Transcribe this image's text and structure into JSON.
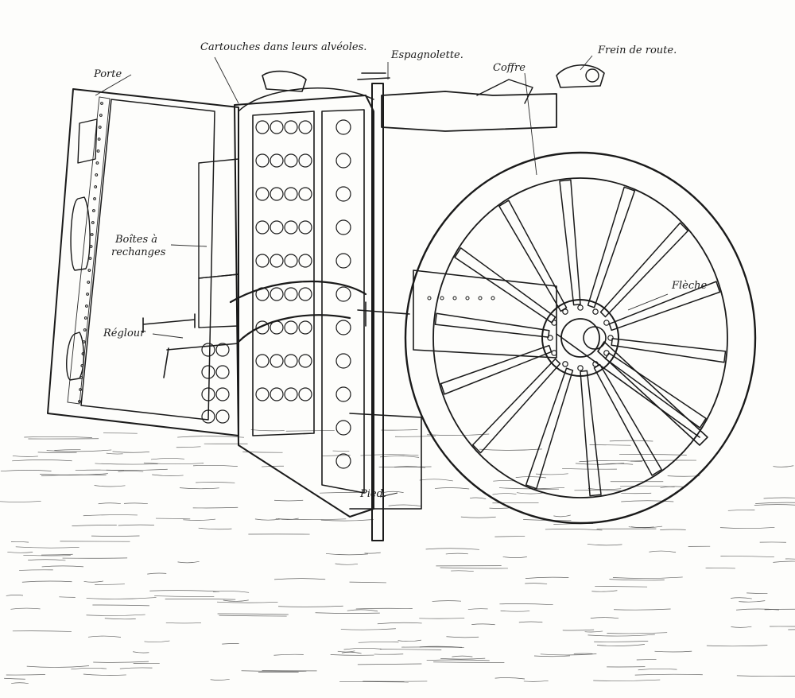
{
  "labels": {
    "cartouches": "Cartouches dans leurs alvéoles.",
    "espagnolette": "Espagnolette.",
    "coffre": "Coffre",
    "frein": "Frein de route.",
    "porte": "Porte",
    "boites_line1": "Boîtes à",
    "boites_line2": "rechanges",
    "reglour": "Réglour",
    "fleche": "Flèche",
    "pied": "Pied."
  },
  "colors": {
    "ink": "#1a1a1a",
    "paper": "#fdfdfb"
  }
}
